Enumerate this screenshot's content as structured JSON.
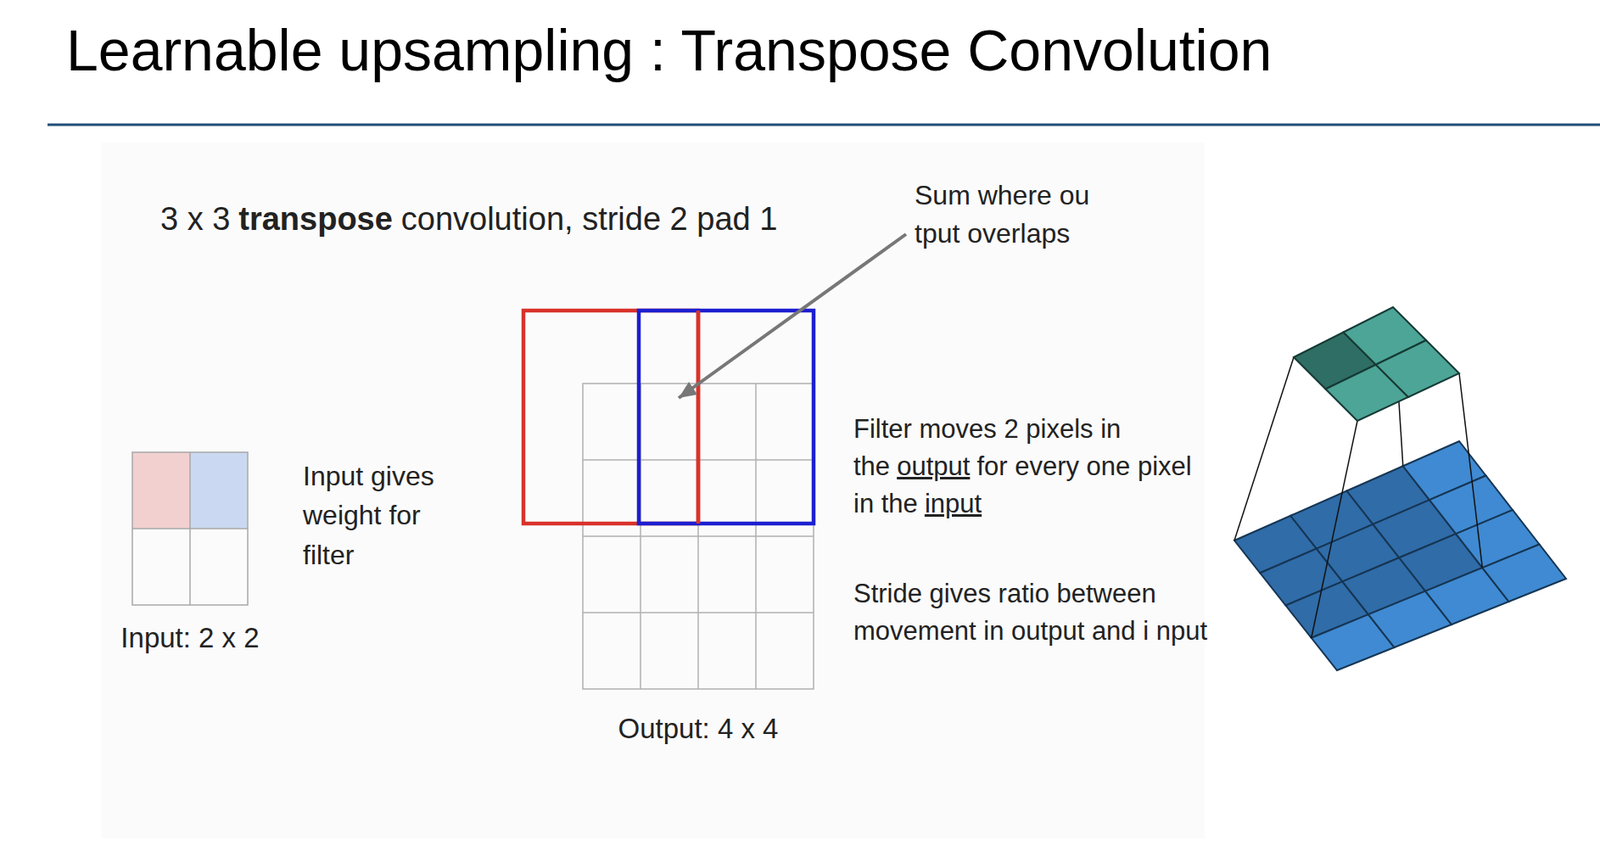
{
  "diagram": {
    "title": "Learnable upsampling : Transpose Convolution",
    "nodes": [
      {
        "text": [
          "Input: 2 x 2"
        ]
      },
      {
        "text": [
          "Output: 4 x 4"
        ]
      }
    ],
    "edges": [
      {
        "from": 0,
        "to": 1,
        "arrow": "to",
        "label": "Input gives weight for filter"
      }
    ],
    "labels": [
      "3 x 3",
      "transpose",
      "convolution, stride 2 pad 1",
      "Sum where ou tput overlaps",
      "Filter moves 2 pixels in the",
      "output",
      "for every one pixel in the",
      "input",
      "Stride gives ratio between movement in output and i nput"
    ]
  }
}
